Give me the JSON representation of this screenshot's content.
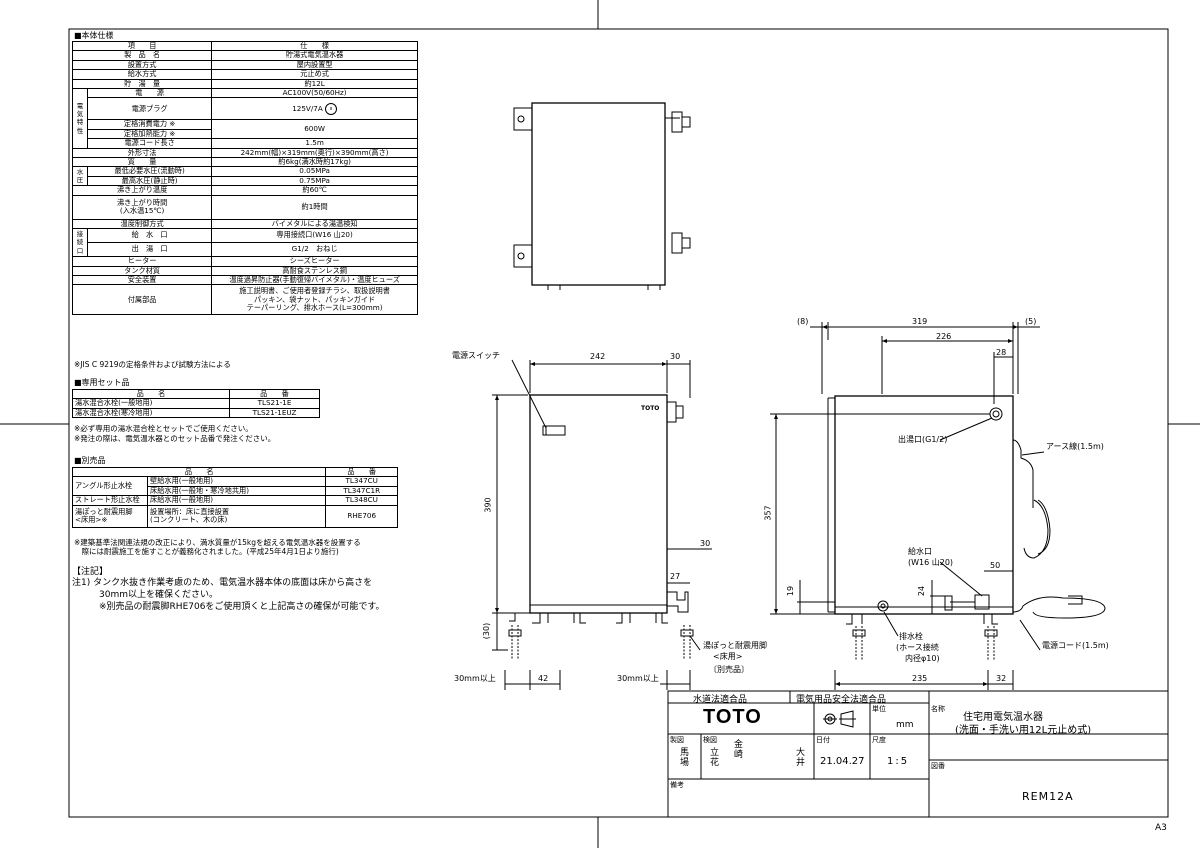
{
  "spec": {
    "section_title": "■本体仕様",
    "header": [
      "項　　目",
      "仕　　様"
    ],
    "rows": [
      [
        "製　品　名",
        "貯湯式電気温水器"
      ],
      [
        "設置方式",
        "屋内設置型"
      ],
      [
        "給水方式",
        "元止め式"
      ],
      [
        "貯　湯　量",
        "約12L"
      ]
    ],
    "elec_group": "電気特性",
    "elec_rows": [
      [
        "電　　源",
        "AC100V(50/60Hz)"
      ],
      [
        "電源プラグ",
        "125V/7A"
      ],
      [
        "定格消費電力 ※",
        "600W"
      ],
      [
        "定格加熱能力 ※",
        ""
      ],
      [
        "電源コード長さ",
        "1.5m"
      ]
    ],
    "rows2": [
      [
        "外形寸法",
        "242mm(幅)×319mm(奥行)×390mm(高さ)"
      ],
      [
        "質　　量",
        "約6kg(満水時約17kg)"
      ]
    ],
    "water_group": "水圧",
    "water_rows": [
      [
        "最低必要水圧(流動時)",
        "0.05MPa"
      ],
      [
        "最高水圧(静止時)",
        "0.75MPa"
      ]
    ],
    "rows3": [
      [
        "沸き上がり温度",
        "約60℃"
      ],
      [
        "沸き上がり時間",
        "約1時間"
      ],
      [
        "(入水温15℃)",
        ""
      ],
      [
        "温度制御方式",
        "バイメタルによる湯温検知"
      ]
    ],
    "conn_group": "接続口",
    "conn_rows": [
      [
        "給　水　口",
        "専用接続口(W16 山20)"
      ],
      [
        "出　湯　口",
        "G1/2　おねじ"
      ]
    ],
    "rows4": [
      [
        "ヒーター",
        "シーズヒーター"
      ],
      [
        "タンク材質",
        "高耐食ステンレス鋼"
      ],
      [
        "安全装置",
        "温度過昇防止器(手動復帰バイメタル)・温度ヒューズ"
      ]
    ],
    "accessories_label": "付属部品",
    "accessories": [
      "施工説明書、ご使用者登録チラシ、取扱説明書",
      "パッキン、袋ナット、パッキンガイド",
      "テーパーリング、排水ホース(L=300mm)"
    ],
    "footnote": "※JIS C 9219の定格条件および試験方法による"
  },
  "set_parts": {
    "section_title": "■専用セット品",
    "header": [
      "品　　名",
      "品　　番"
    ],
    "rows": [
      [
        "湯水混合水栓(一般地用)",
        "TLS21-1E"
      ],
      [
        "湯水混合水栓(寒冷地用)",
        "TLS21-1EUZ"
      ]
    ],
    "notes": [
      "※必ず専用の湯水混合栓とセットでご使用ください。",
      "※発注の際は、電気温水器とのセット品番で発注ください。"
    ]
  },
  "sold_separately": {
    "section_title": "■別売品",
    "header": [
      "品　　名",
      "",
      "品　　番"
    ],
    "rows": [
      [
        "アングル形止水栓",
        "壁給水用(一般地用)",
        "TL347CU"
      ],
      [
        "",
        "床給水用(一般地・寒冷地共用)",
        "TL347C1R"
      ],
      [
        "ストレート形止水栓",
        "床給水用(一般地用)",
        "TL348CU"
      ],
      [
        "湯ぽっと耐震用脚",
        "設置場所：床に直接設置",
        "RHE706"
      ],
      [
        "<床用>※",
        "(コンクリート、木の床)",
        ""
      ]
    ],
    "notes": [
      "※建築基準法関連法規の改正により、満水質量が15kgを超える電気温水器を設置する",
      "　際には耐震施工を施すことが義務化されました。(平成25年4月1日より施行)"
    ]
  },
  "cautions": {
    "title": "【注記】",
    "lines": [
      "注1) タンク水抜き作業考慮のため、電気温水器本体の底面は床から高さを",
      "　　　30mm以上を確保ください。",
      "　　　※別売品の耐震脚RHE706をご使用頂くと上記高さの確保が可能です。"
    ]
  },
  "front_view": {
    "dims": {
      "width": "242",
      "side": "30",
      "height": "390",
      "inner30": "30",
      "d27": "27",
      "bottom30": "(30)",
      "clear_left": "30mm以上",
      "d42": "42",
      "clear_right": "30mm以上"
    },
    "labels": {
      "power_switch": "電源スイッチ",
      "brand": "TOTO",
      "legs": "湯ぽっと耐震用脚",
      "legs2": "<床用>",
      "legs3": "〔別売品〕"
    }
  },
  "side_view": {
    "dims": {
      "d8": "(8)",
      "d319": "319",
      "d5": "(5)",
      "d226": "226",
      "d28": "28",
      "d357": "357",
      "d19": "19",
      "d24": "24",
      "d50": "50",
      "d235": "235",
      "d32": "32"
    },
    "labels": {
      "outlet": "出湯口(G1/2)",
      "earth": "アース線(1.5m)",
      "inlet": "給水口",
      "inlet2": "(W16 山20)",
      "drain": "排水栓",
      "drain2": "(ホース接続",
      "drain3": "内径φ10)",
      "cord": "電源コード(1.5m)"
    }
  },
  "title_block": {
    "water_cert": "水道法適合品",
    "elec_cert": "電気用品安全法適合品",
    "brand": "TOTO",
    "unit_label": "単位",
    "unit": "mm",
    "name_label": "名称",
    "name1": "住宅用電気温水器",
    "name2": "(洗面・手洗い用12L元止め式)",
    "drawn_label": "製図",
    "drawn": "馬場",
    "checked_label": "検図",
    "checked": "立花",
    "checked2": "金崎",
    "approved": "大井",
    "date_label": "日付",
    "date": "21.04.27",
    "scale_label": "尺度",
    "scale": "1:5",
    "drawing_no_label": "図番",
    "drawing_no": "REM12A",
    "remarks_label": "備考",
    "paper": "A3"
  },
  "colors": {
    "line": "#000000",
    "paper": "#ffffff"
  }
}
